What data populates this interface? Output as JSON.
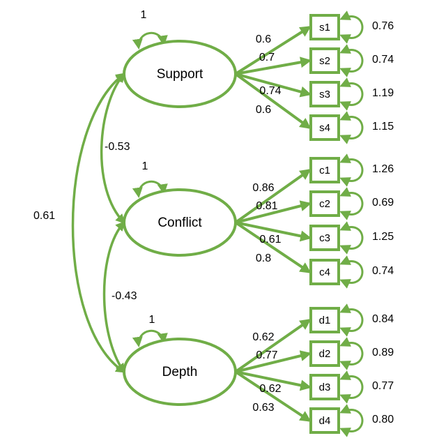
{
  "diagram": {
    "type": "structural-equation-model",
    "colors": {
      "stroke": "#70ad47",
      "text": "#000000",
      "background": "#ffffff"
    },
    "latents": [
      {
        "id": "support",
        "label": "Support",
        "variance": "1"
      },
      {
        "id": "conflict",
        "label": "Conflict",
        "variance": "1"
      },
      {
        "id": "depth",
        "label": "Depth",
        "variance": "1"
      }
    ],
    "indicators": [
      {
        "id": "s1",
        "label": "s1",
        "latent": "support",
        "loading": "0.6",
        "residual": "0.76"
      },
      {
        "id": "s2",
        "label": "s2",
        "latent": "support",
        "loading": "0.7",
        "residual": "0.74"
      },
      {
        "id": "s3",
        "label": "s3",
        "latent": "support",
        "loading": "0.74",
        "residual": "1.19"
      },
      {
        "id": "s4",
        "label": "s4",
        "latent": "support",
        "loading": "0.6",
        "residual": "1.15"
      },
      {
        "id": "c1",
        "label": "c1",
        "latent": "conflict",
        "loading": "0.86",
        "residual": "1.26"
      },
      {
        "id": "c2",
        "label": "c2",
        "latent": "conflict",
        "loading": "0.81",
        "residual": "0.69"
      },
      {
        "id": "c3",
        "label": "c3",
        "latent": "conflict",
        "loading": "0.61",
        "residual": "1.25"
      },
      {
        "id": "c4",
        "label": "c4",
        "latent": "conflict",
        "loading": "0.8",
        "residual": "0.74"
      },
      {
        "id": "d1",
        "label": "d1",
        "latent": "depth",
        "loading": "0.62",
        "residual": "0.84"
      },
      {
        "id": "d2",
        "label": "d2",
        "latent": "depth",
        "loading": "0.77",
        "residual": "0.89"
      },
      {
        "id": "d3",
        "label": "d3",
        "latent": "depth",
        "loading": "0.62",
        "residual": "0.77"
      },
      {
        "id": "d4",
        "label": "d4",
        "latent": "depth",
        "loading": "0.63",
        "residual": "0.80"
      }
    ],
    "covariances": [
      {
        "from": "support",
        "to": "conflict",
        "value": "-0.53"
      },
      {
        "from": "conflict",
        "to": "depth",
        "value": "-0.43"
      },
      {
        "from": "support",
        "to": "depth",
        "value": "0.61"
      }
    ]
  }
}
